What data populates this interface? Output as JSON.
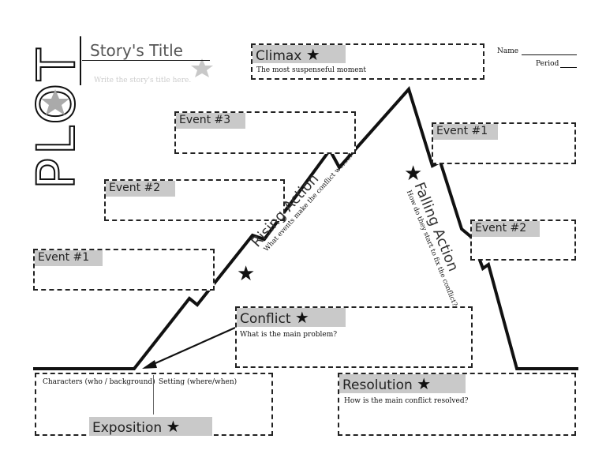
{
  "header": {
    "plot_word": "PLOT",
    "story_title_label": "Story's Title",
    "story_title_hint": "Write the story's title here.",
    "name_label": "Name",
    "period_label": "Period"
  },
  "climax": {
    "title": "Climax",
    "prompt": "The most suspenseful moment"
  },
  "rising": {
    "label": "Rising Action",
    "question": "What events make the conflict worse?",
    "events": [
      "Event #1",
      "Event #2",
      "Event #3"
    ]
  },
  "falling": {
    "label": "Falling Action",
    "question": "How do they start to fix the conflict?",
    "events": [
      "Event #1",
      "Event #2"
    ]
  },
  "conflict": {
    "title": "Conflict",
    "prompt": "What is the main problem?"
  },
  "exposition": {
    "title": "Exposition",
    "characters_label": "Characters (who / background)",
    "setting_label": "Setting (where/when)"
  },
  "resolution": {
    "title": "Resolution",
    "prompt": "How is the main conflict resolved?"
  },
  "icons": {
    "star": "star-icon"
  },
  "colors": {
    "highlight": "#c9c9c9",
    "ink": "#111111"
  }
}
